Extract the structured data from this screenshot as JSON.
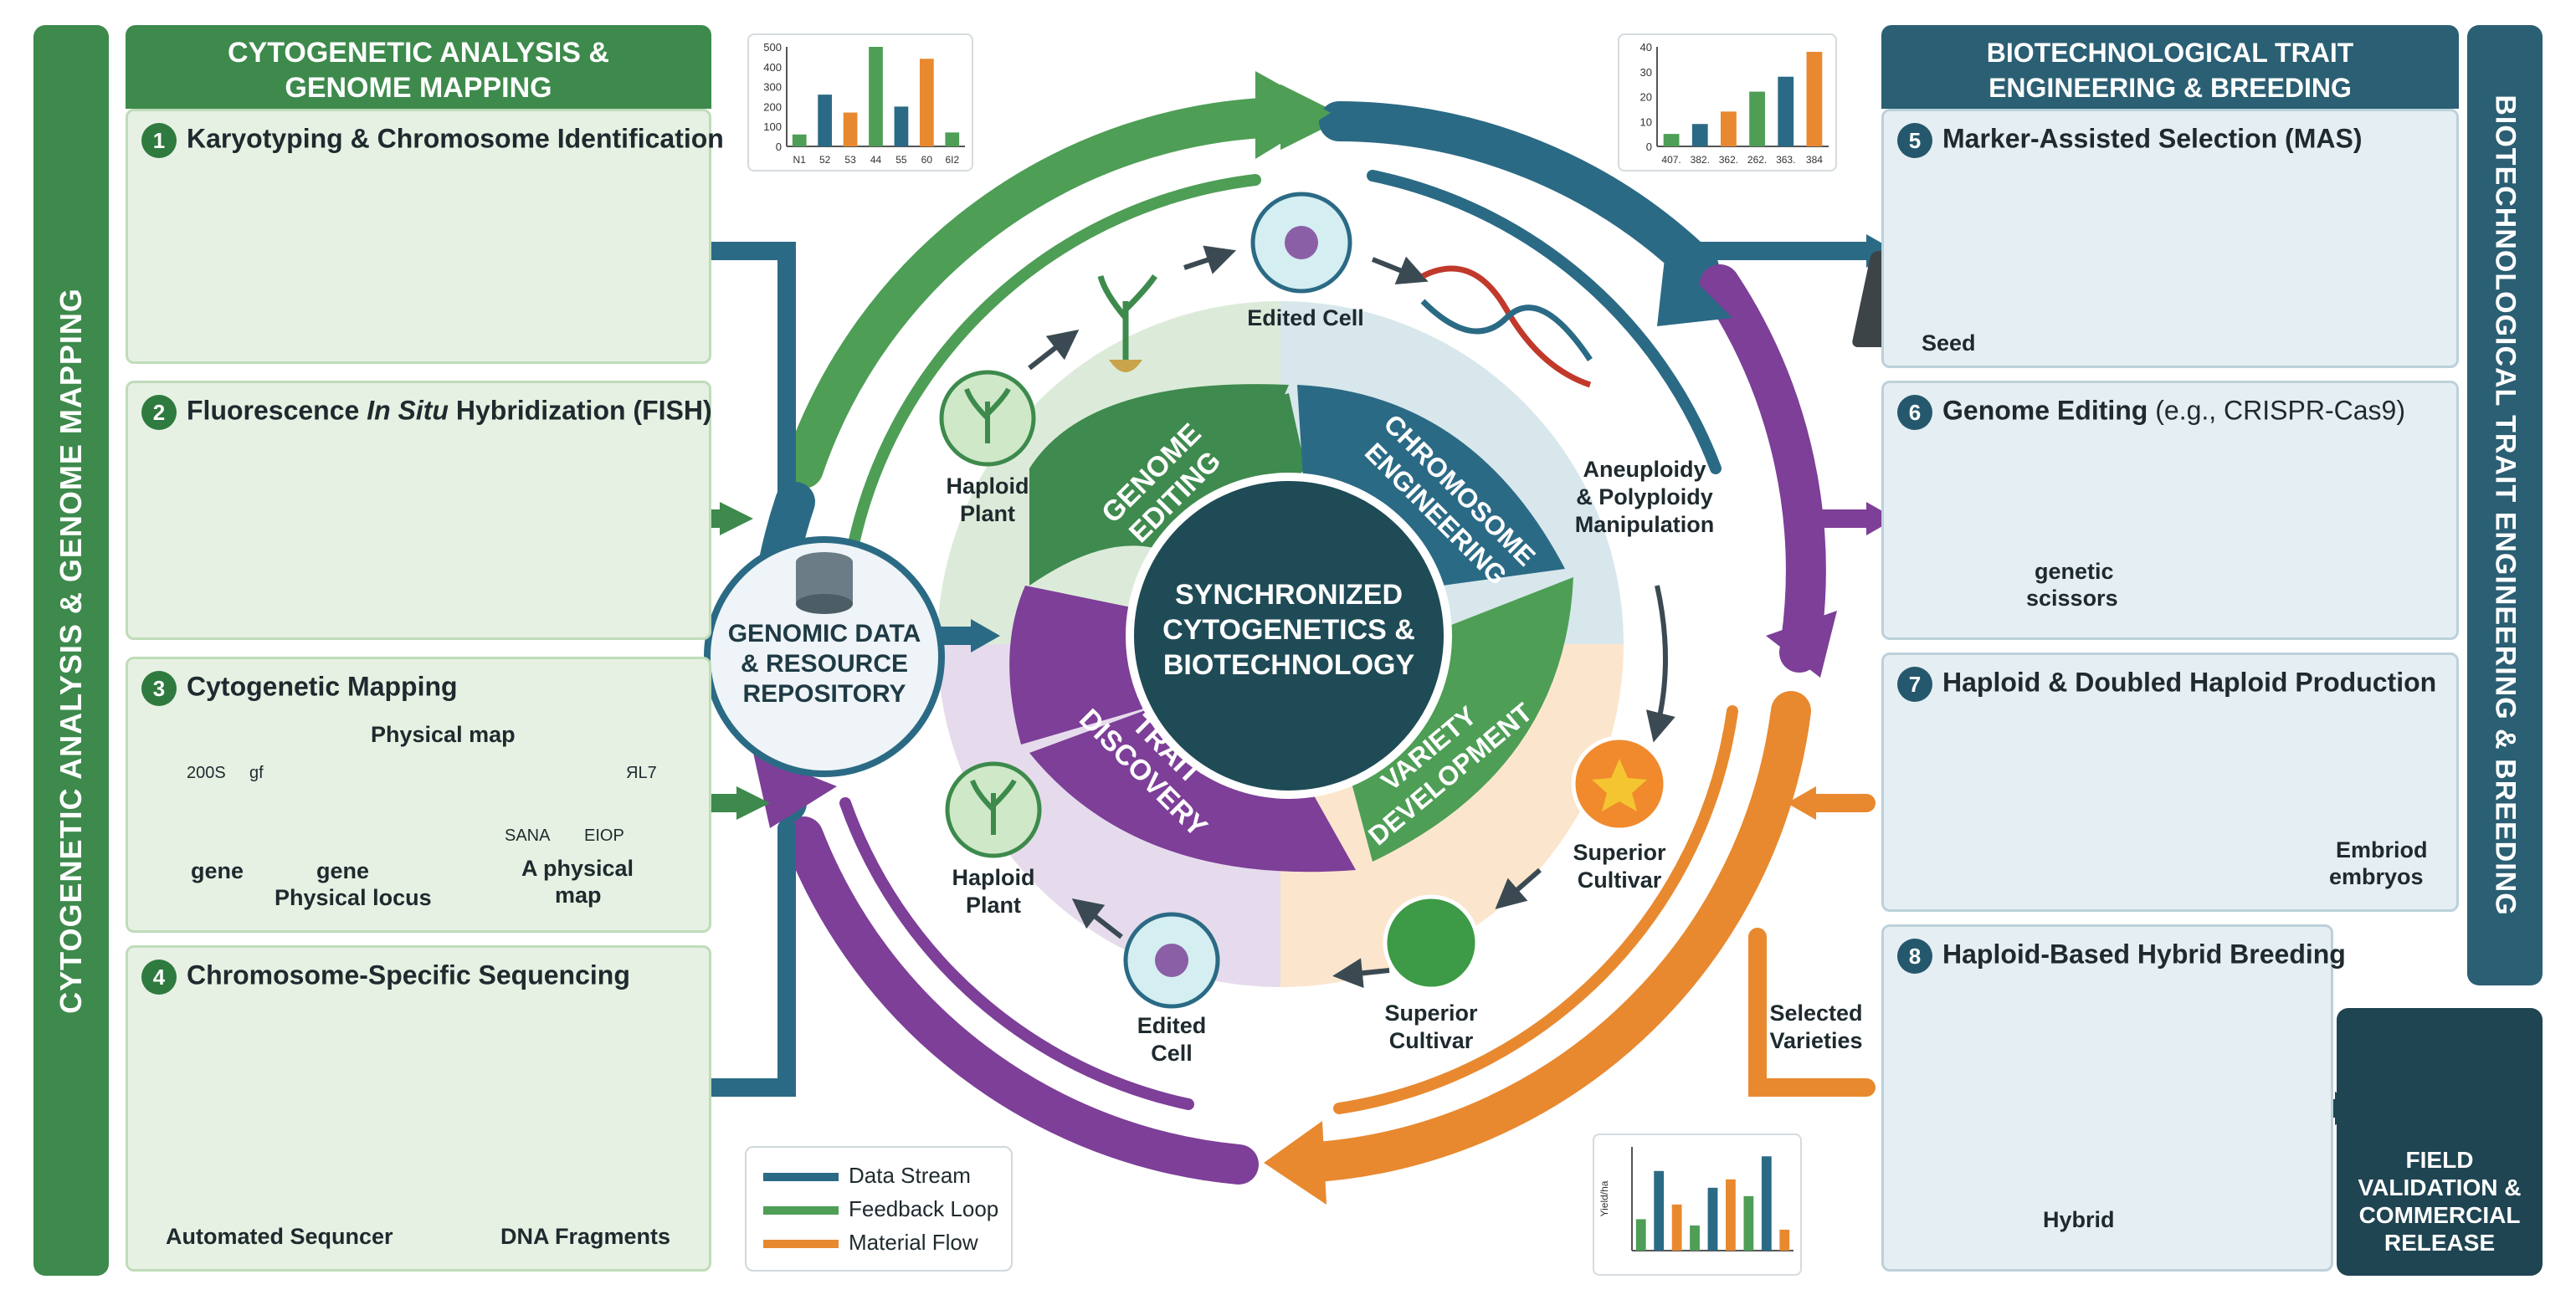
{
  "left": {
    "side_title": "CYTOGENETIC ANALYSIS & GENOME MAPPING",
    "header_line1": "CYTOGENETIC ANALYSIS &",
    "header_line2": "GENOME MAPPING",
    "s1": {
      "num": "1",
      "title": "Karyotyping & Chromosome Identification"
    },
    "s2": {
      "num": "2",
      "title_a": "Fluorescence ",
      "title_b": "In Situ",
      "title_c": " Hybridization (FISH)"
    },
    "s3": {
      "num": "3",
      "title": "Cytogenetic Mapping",
      "physical_map": "Physical map",
      "tick_left": "200S",
      "tick_gf": "gf",
      "tick_right": "ЯL7",
      "sana": "SANA",
      "eiop": "EIOP",
      "gene1": "gene",
      "gene2": "gene",
      "locus": "Physical locus",
      "aphys1": "A physical",
      "aphys2": "map"
    },
    "s4": {
      "num": "4",
      "title": "Chromosome-Specific Sequencing",
      "sequencer": "Automated Sequncer",
      "fragments": "DNA Fragments"
    }
  },
  "right": {
    "side_title": "BIOTECHNOLOGICAL TRAIT ENGINEERING & BREEDING",
    "header_line1": "BIOTECHNOLOGICAL TRAIT",
    "header_line2": "ENGINEERING & BREEDING",
    "s5": {
      "num": "5",
      "title": "Marker-Assisted Selection (MAS)",
      "seed": "Seed"
    },
    "s6": {
      "num": "6",
      "title_a": "Genome Editing ",
      "title_b": "(e.g., CRISPR-Cas9)",
      "scissors1": "genetic",
      "scissors2": "scissors"
    },
    "s7": {
      "num": "7",
      "title": "Haploid & Doubled Haploid Production",
      "emb1": "Embriod",
      "emb2": "embryos"
    },
    "s8": {
      "num": "8",
      "title": "Haploid-Based Hybrid Breeding",
      "hybrid": "Hybrid"
    },
    "field1": "FIELD",
    "field2": "VALIDATION &",
    "field3": "COMMERCIAL",
    "field4": "RELEASE"
  },
  "center": {
    "core1": "SYNCHRONIZED",
    "core2": "CYTOGENETICS &",
    "core3": "BIOTECHNOLOGY",
    "seg_genome1": "GENOME",
    "seg_genome2": "EDITING",
    "seg_chrom1": "CHROMOSOME",
    "seg_chrom2": "ENGINEERING",
    "seg_trait1": "TRAIT",
    "seg_trait2": "DISCOVERY",
    "seg_variety1": "VARIETY",
    "seg_variety2": "DEVELOPMENT",
    "repo1": "GENOMIC DATA",
    "repo2": "& RESOURCE",
    "repo3": "REPOSITORY",
    "haploid1a": "Haploid",
    "haploid1b": "Plant",
    "edited1": "Edited Cell",
    "aneu1": "Aneuploidy",
    "aneu2": "& Polyploidy",
    "aneu3": "Manipulation",
    "sup1a": "Superior",
    "sup1b": "Cultivar",
    "sup2a": "Superior",
    "sup2b": "Cultivar",
    "edited2a": "Edited",
    "edited2b": "Cell",
    "haploid2a": "Haploid",
    "haploid2b": "Plant",
    "selected1": "Selected",
    "selected2": "Varieties"
  },
  "legend": {
    "data": "Data Stream",
    "feedback": "Feedback Loop",
    "material": "Material Flow"
  },
  "colors": {
    "data": "#2b6a85",
    "feedback": "#4e9e56",
    "material": "#e8892f",
    "purple": "#7d3f98"
  },
  "chart_data": [
    {
      "type": "bar",
      "categories": [
        "N1",
        "52",
        "53",
        "44",
        "55",
        "60",
        "6I2"
      ],
      "values": [
        60,
        260,
        170,
        500,
        200,
        440,
        70
      ],
      "ylim": [
        0,
        500
      ],
      "yticks": [
        "500",
        "400",
        "300",
        "200",
        "100",
        "0"
      ]
    },
    {
      "type": "bar",
      "categories": [
        "407.",
        "382.",
        "362.",
        "262.",
        "363.",
        "384"
      ],
      "values": [
        5,
        9,
        14,
        22,
        28,
        38
      ],
      "ylim": [
        0,
        40
      ],
      "yticks": [
        "40",
        "30",
        "20",
        "10",
        "0"
      ]
    },
    {
      "type": "bar",
      "categories": [],
      "values": [
        15,
        38,
        22,
        12,
        30,
        34,
        26,
        45,
        10
      ],
      "ylabel": "Yield/ha"
    }
  ]
}
